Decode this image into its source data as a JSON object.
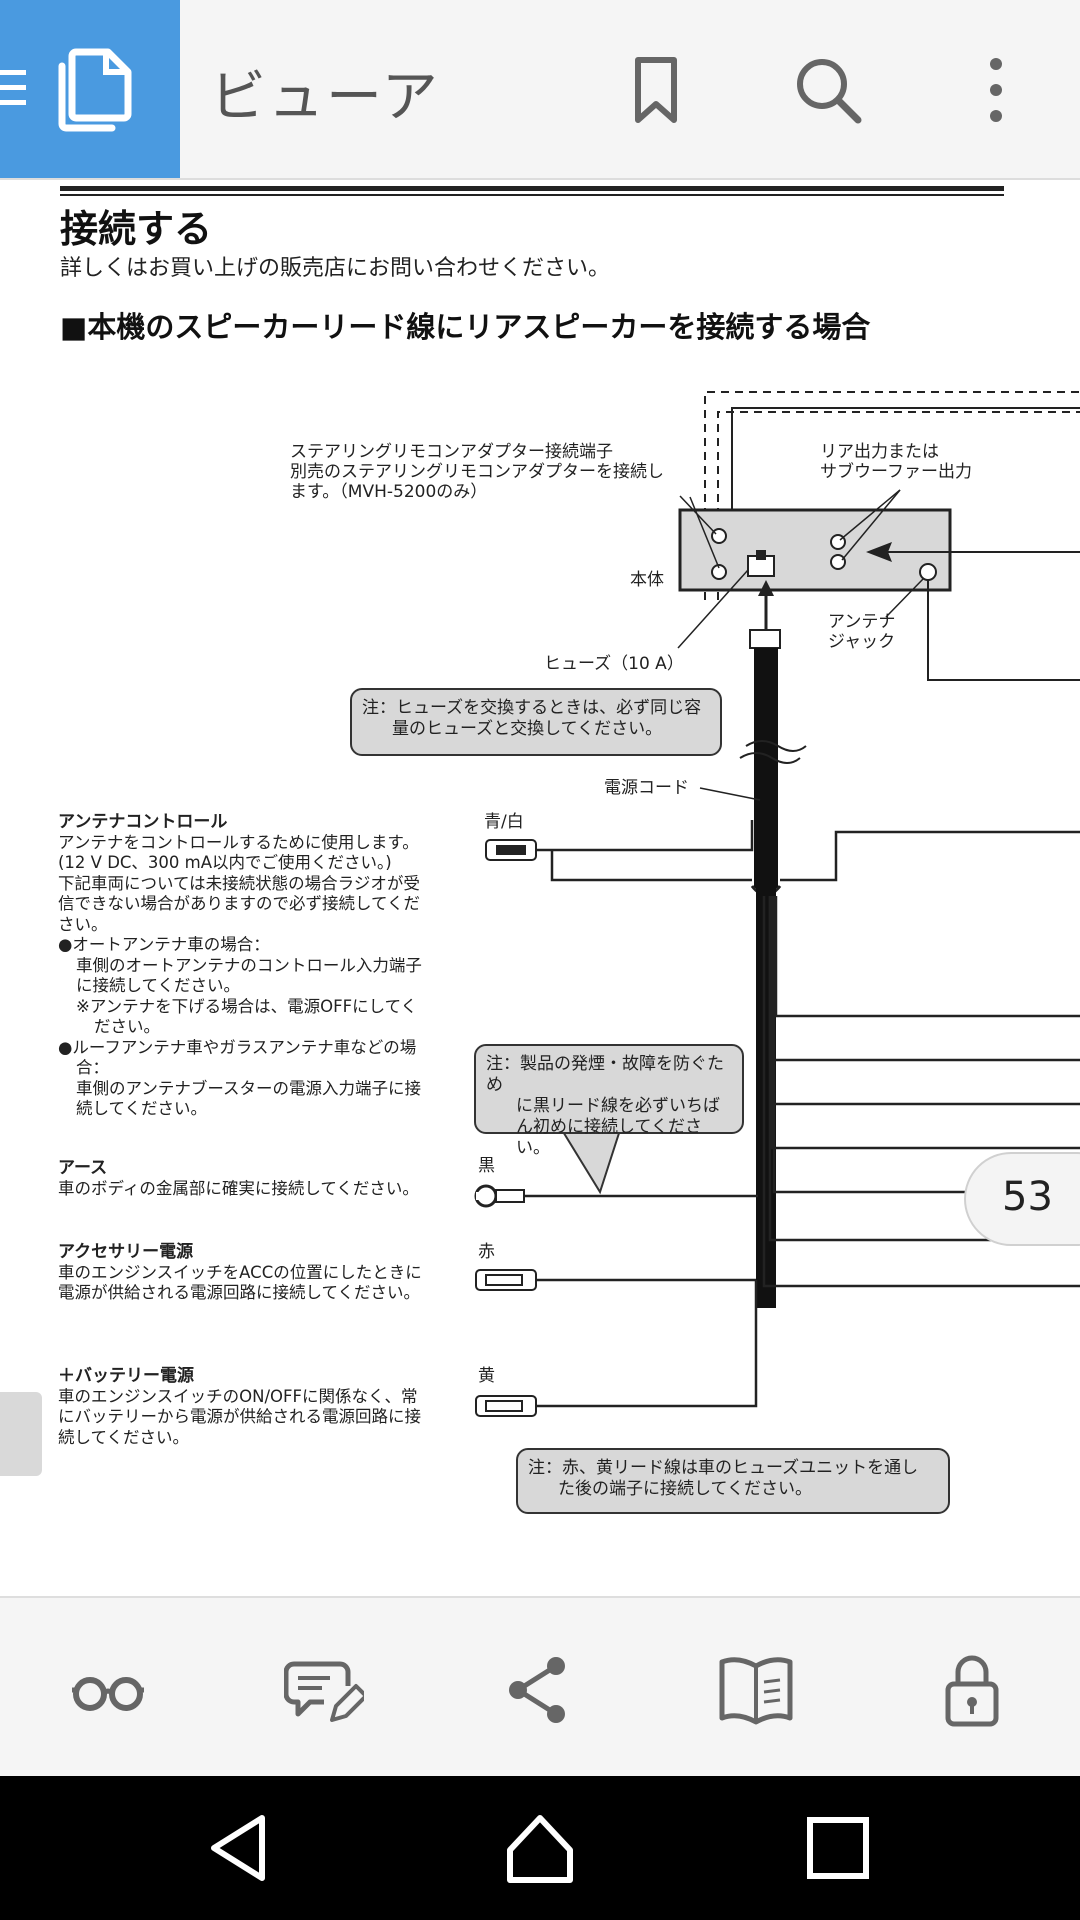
{
  "app": {
    "title": "ビューア",
    "colors": {
      "accent": "#4a9ae0",
      "toolbar": "#f5f5f5",
      "navbar": "#000000",
      "note_fill": "#d8d8d8"
    }
  },
  "topbar_icons": [
    "menu-icon",
    "pages-icon",
    "bookmark-icon",
    "search-icon",
    "more-vert-icon"
  ],
  "document": {
    "heading": "接続する",
    "intro": "詳しくはお買い上げの販売店にお問い合わせください。",
    "section_title": "■本機のスピーカーリード線にリアスピーカーを接続する場合",
    "labels": {
      "steering_1": "ステアリングリモコンアダプター接続端子",
      "steering_2": "別売のステアリングリモコンアダプターを接続し",
      "steering_3": "ます。（MVH-5200のみ）",
      "rear_1": "リア出力または",
      "rear_2": "サブウーファー出力",
      "unit": "本体",
      "antenna_jack_1": "アンテナ",
      "antenna_jack_2": "ジャック",
      "fuse": "ヒューズ（10 A）",
      "power_cord": "電源コード",
      "blue_white": "青/白",
      "black": "黒",
      "red": "赤",
      "yellow": "黄"
    },
    "notes": {
      "fuse_1": "注：ヒューズを交換するときは、必ず同じ容",
      "fuse_2": "量のヒューズと交換してください。",
      "ground_1": "注：製品の発煙・故障を防ぐため",
      "ground_2": "に黒リード線を必ずいちば",
      "ground_3": "ん初めに接続してください。",
      "red_yellow_1": "注：赤、黄リード線は車のヒューズユニットを通し",
      "red_yellow_2": "た後の端子に接続してください。"
    },
    "antenna_control": {
      "title": "アンテナコントロール",
      "l1": "アンテナをコントロールするために使用します。",
      "l2": "(12 V DC、300 mA以内でご使用ください。)",
      "l3": "下記車両については未接続状態の場合ラジオが受",
      "l4": "信できない場合がありますので必ず接続してくだ",
      "l5": "さい。",
      "l6": "●オートアンテナ車の場合：",
      "l7": "車側のオートアンテナのコントロール入力端子",
      "l8": "に接続してください。",
      "l9": "※アンテナを下げる場合は、電源OFFにしてく",
      "l10": "ださい。",
      "l11": "●ルーフアンテナ車やガラスアンテナ車などの場",
      "l12": "合：",
      "l13": "車側のアンテナブースターの電源入力端子に接",
      "l14": "続してください。"
    },
    "ground": {
      "title": "アース",
      "l1": "車のボディの金属部に確実に接続してください。"
    },
    "accessory": {
      "title": "アクセサリー電源",
      "l1": "車のエンジンスイッチをACCの位置にしたときに",
      "l2": "電源が供給される電源回路に接続してください。"
    },
    "battery": {
      "title": "＋バッテリー電源",
      "l1": "車のエンジンスイッチのON/OFFに関係なく、常",
      "l2": "にバッテリーから電源が供給される電源回路に接",
      "l3": "続してください。"
    }
  },
  "page_number": "53",
  "bottom_icons": [
    "glasses-icon",
    "comment-edit-icon",
    "share-icon",
    "book-icon",
    "lock-icon"
  ],
  "nav_icons": [
    "back-icon",
    "home-icon",
    "recents-icon"
  ]
}
